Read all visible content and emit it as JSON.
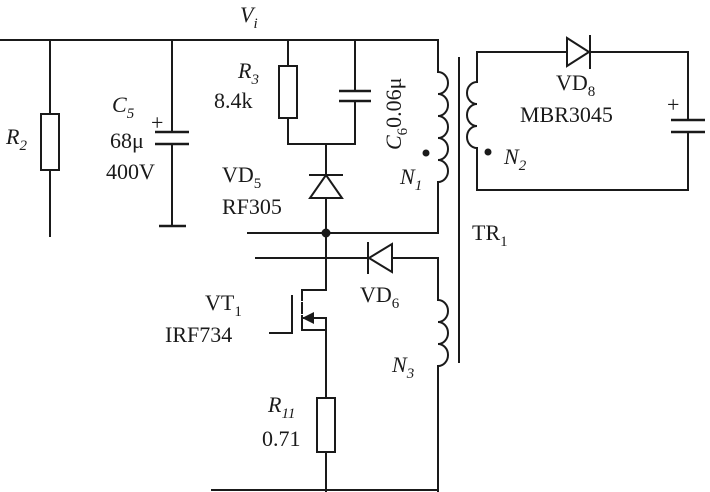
{
  "supply": {
    "label": "V",
    "sub": "i"
  },
  "r2": {
    "label": "R",
    "sub": "2"
  },
  "c5": {
    "label": "C",
    "sub": "5",
    "value": "68μ",
    "voltage": "400V",
    "polarity": "+"
  },
  "r3": {
    "label": "R",
    "sub": "3",
    "value": "8.4k"
  },
  "c6": {
    "label": "C",
    "sub": "6",
    "value": "0.06μ"
  },
  "vd5": {
    "label": "VD",
    "sub": "5",
    "part": "RF305"
  },
  "n1": {
    "label": "N",
    "sub": "1"
  },
  "n2": {
    "label": "N",
    "sub": "2"
  },
  "n3": {
    "label": "N",
    "sub": "3"
  },
  "vd8": {
    "label": "VD",
    "sub": "8",
    "part": "MBR3045"
  },
  "cout": {
    "polarity": "+"
  },
  "tr1": {
    "label": "TR",
    "sub": "1"
  },
  "vd6": {
    "label": "VD",
    "sub": "6"
  },
  "vt1": {
    "label": "VT",
    "sub": "1",
    "part": "IRF734"
  },
  "r11": {
    "label": "R",
    "sub": "11",
    "value": "0.71"
  }
}
